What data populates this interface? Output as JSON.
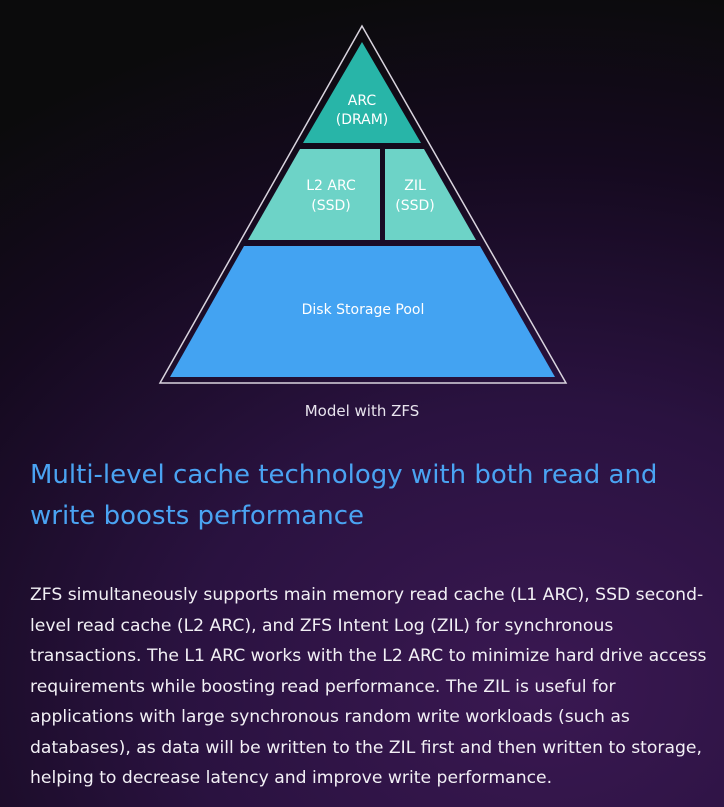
{
  "diagram": {
    "levels": {
      "arc": {
        "line1": "ARC",
        "line2": "(DRAM)",
        "color": "#28b5a8"
      },
      "l2arc": {
        "line1": "L2 ARC",
        "line2": "(SSD)",
        "color": "#6dd3c7"
      },
      "zil": {
        "line1": "ZIL",
        "line2": "(SSD)",
        "color": "#6dd3c7"
      },
      "pool": {
        "label": "Disk Storage Pool",
        "color": "#43a3f2"
      }
    },
    "caption": "Model with ZFS"
  },
  "headline": "Multi-level cache technology with both read and write boosts performance",
  "body": "ZFS simultaneously supports main memory read cache (L1 ARC), SSD second-level read cache (L2 ARC), and ZFS Intent Log (ZIL) for synchronous transactions. The L1 ARC works with the L2 ARC to minimize hard drive access requirements while boosting read performance. The ZIL is useful for applications with large synchronous random write workloads (such as databases), as data will be written to the ZIL first and then written to storage, helping to decrease latency and improve write performance."
}
